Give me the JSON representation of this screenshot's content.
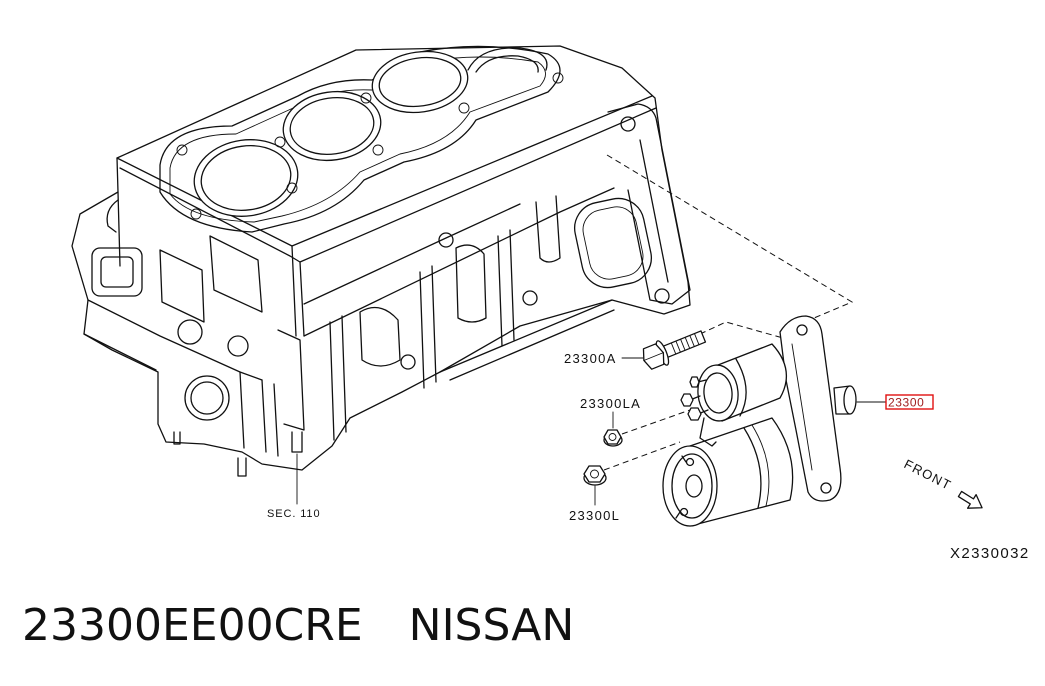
{
  "diagram": {
    "callouts": {
      "bolt": "23300A",
      "nut_la": "23300LA",
      "nut_l": "23300L",
      "starter": "23300",
      "section_ref": "SEC. 110"
    },
    "direction_label": "FRONT",
    "figure_code": "X2330032"
  },
  "caption": {
    "part_number": "23300EE00CRE",
    "brand": "NISSAN"
  },
  "colors": {
    "linework": "#111111",
    "highlight_box": "#e01010",
    "background": "#ffffff"
  }
}
